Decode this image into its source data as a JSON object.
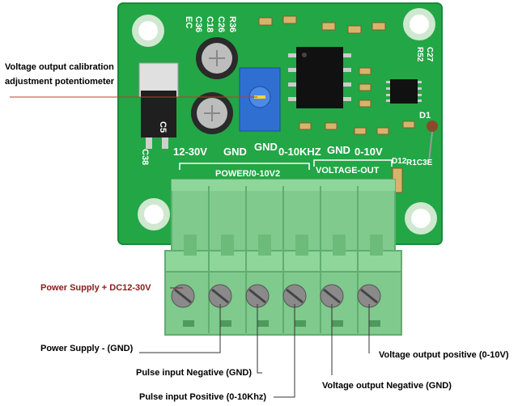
{
  "callouts": {
    "pot_line1": "Voltage output calibration",
    "pot_line2": "adjustment potentiometer",
    "power_plus": "Power Supply + DC12-30V",
    "power_minus": "Power Supply - (GND)",
    "pulse_neg": "Pulse input Negative (GND)",
    "pulse_pos": "Pulse input Positive   (0-10Khz)",
    "vout_pos": "Voltage output positive (0-10V)",
    "vout_neg": "Voltage output Negative  (GND)"
  },
  "pcb": {
    "silk_12_30v": "12-30V",
    "silk_gnd1": "GND",
    "silk_gnd2": "GND",
    "silk_freq": "0-10KHZ",
    "silk_gnd3": "GND",
    "silk_0_10v": "0-10V",
    "silk_power": "POWER/0-10V2",
    "silk_vout": "VOLTAGE-OUT",
    "silk_r36": "R36",
    "silk_c26": "C26",
    "silk_c18": "C18",
    "silk_c36": "C36",
    "silk_ec": "EC",
    "silk_c38": "C38",
    "silk_c5": "C5",
    "silk_d1": "D1",
    "silk_r52": "R52",
    "silk_c27": "C27",
    "silk_r1c3": "R1C3E",
    "silk_d12": "D12"
  },
  "colors": {
    "board": "#23a646",
    "board_dark": "#1a8a3a",
    "terminal": "#7fca8c",
    "terminal_dark": "#5fae70",
    "accent_label": "#8b1a1a"
  }
}
